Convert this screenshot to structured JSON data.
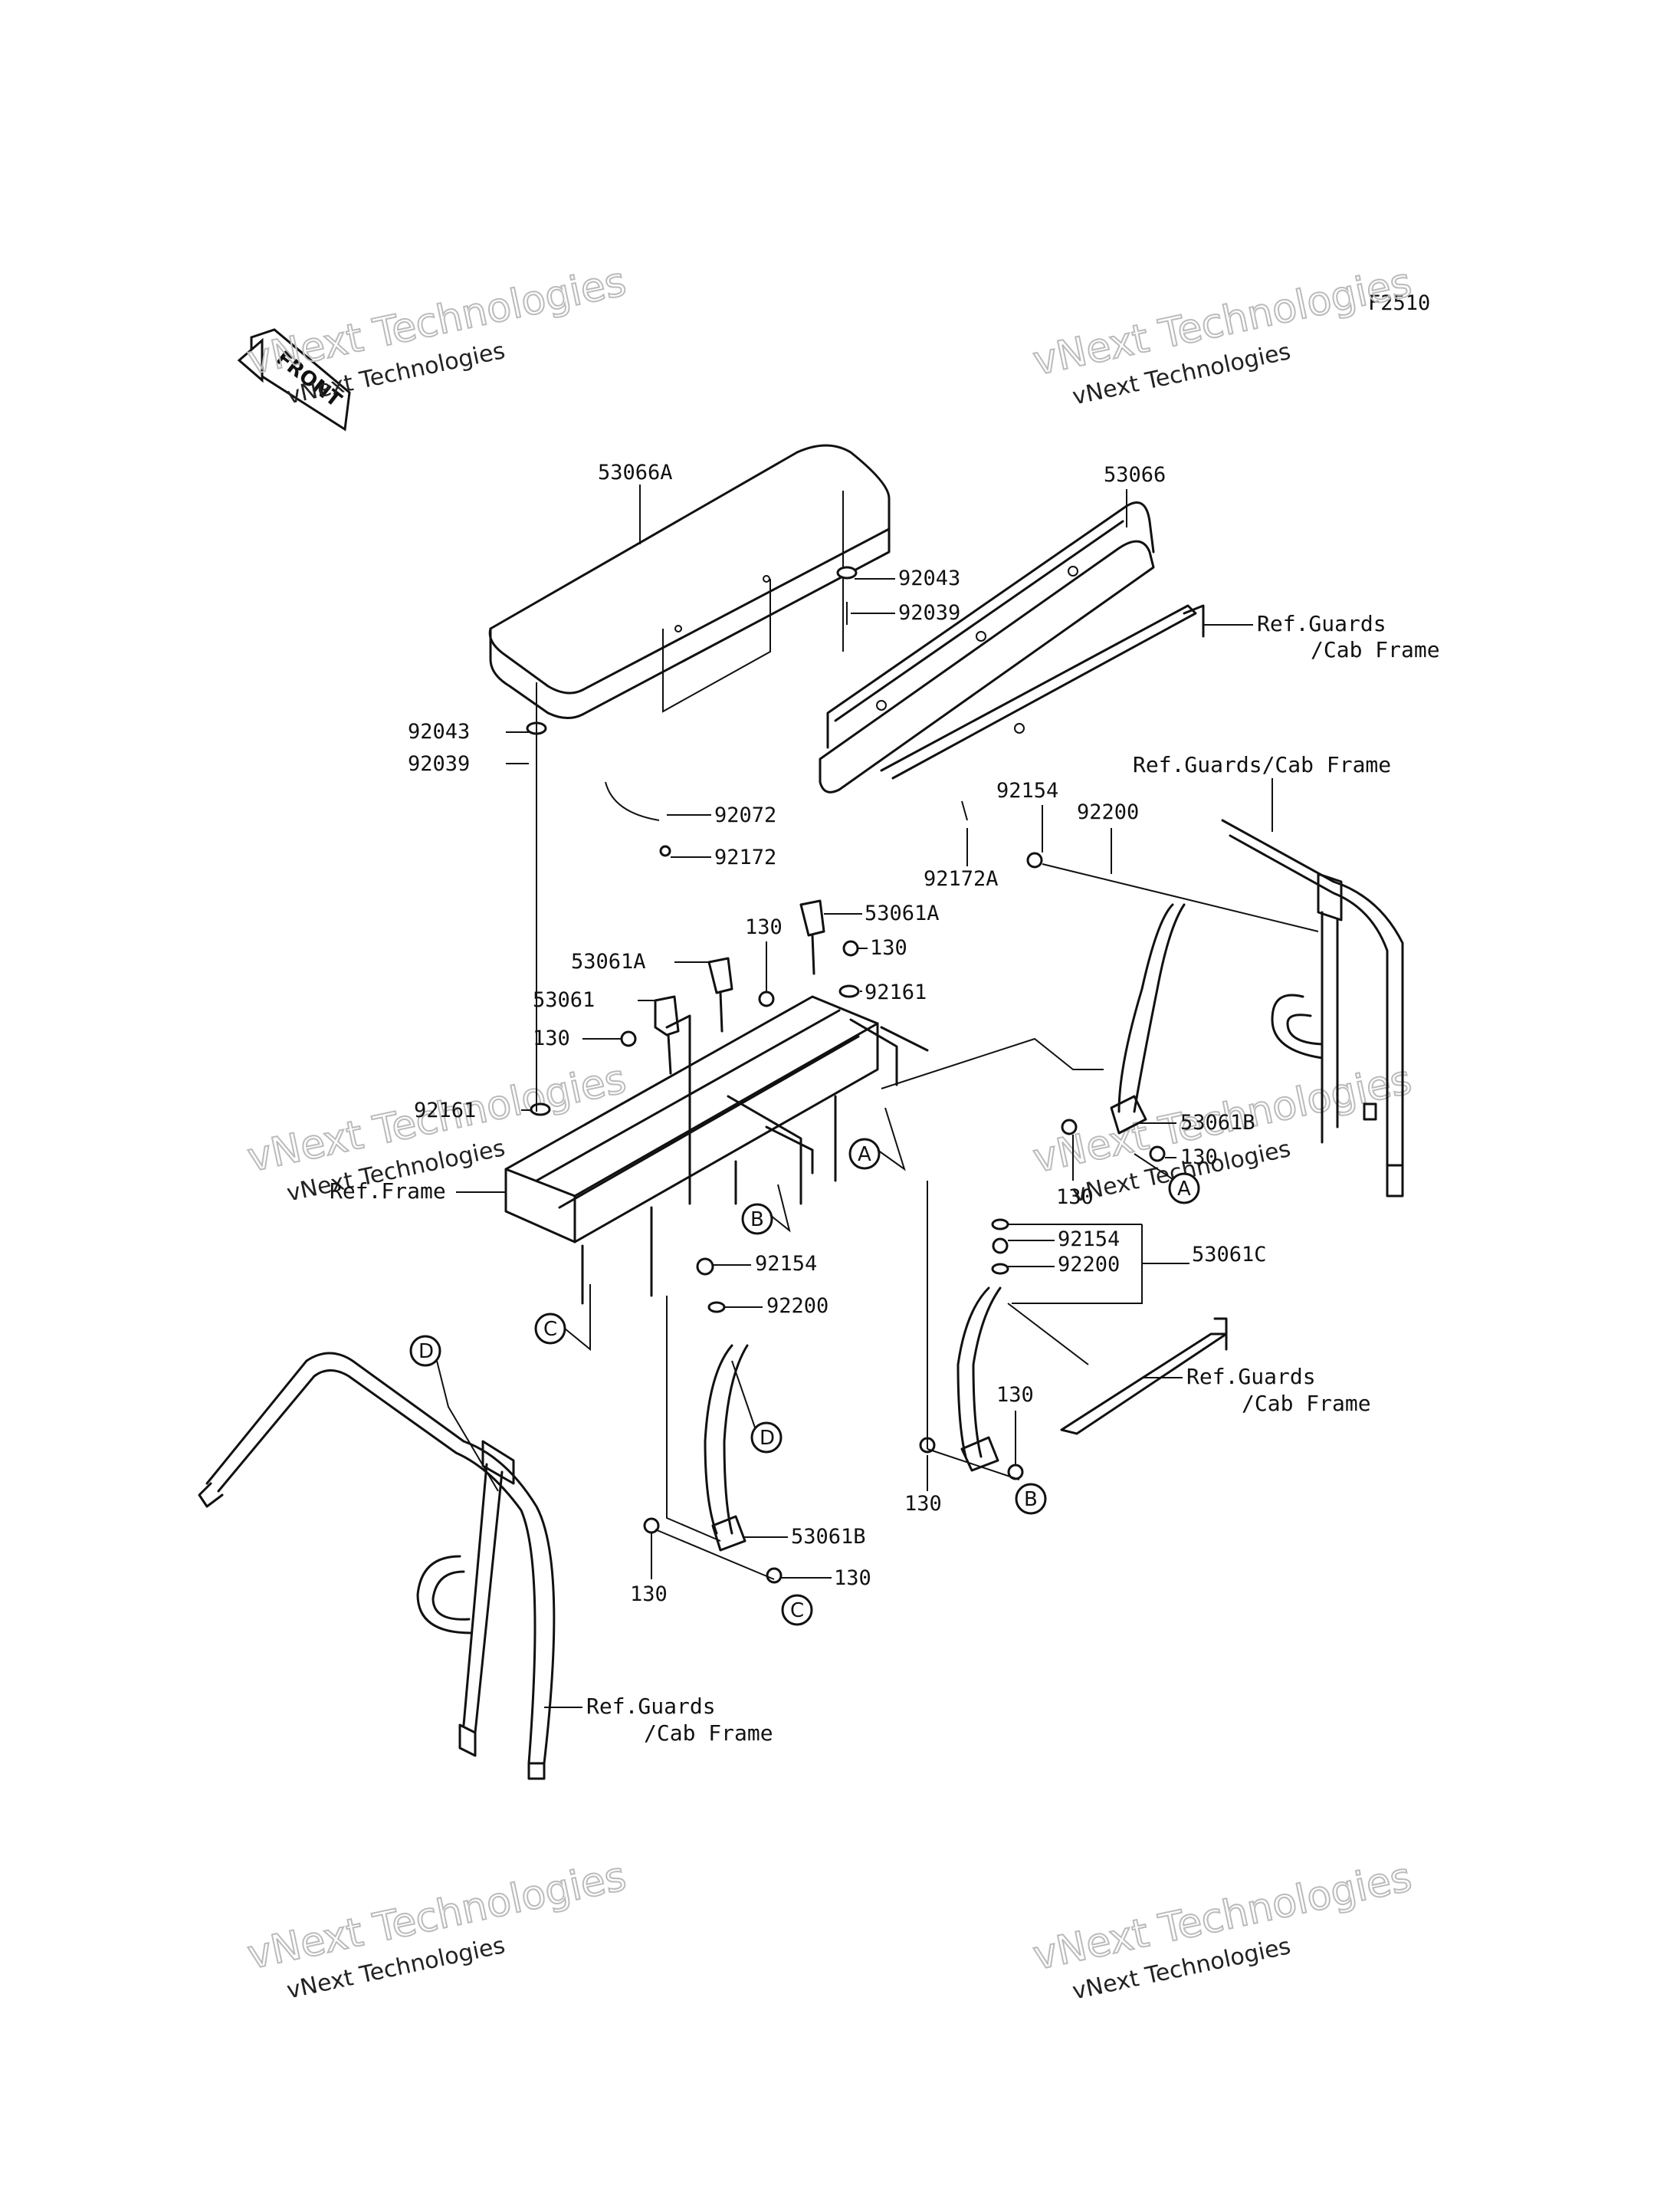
{
  "figure_code": "F2510",
  "front_badge": "FRONT",
  "watermarks": [
    {
      "line1": "vNext Technologies",
      "line2": "vNext Technologies"
    },
    {
      "line1": "vNext Technologies",
      "line2": "vNext Technologies"
    },
    {
      "line1": "vNext Technologies",
      "line2": "vNext Technologies"
    },
    {
      "line1": "vNext Technologies",
      "line2": "vNext Technologies"
    },
    {
      "line1": "vNext Technologies",
      "line2": "vNext Technologies"
    },
    {
      "line1": "vNext Technologies",
      "line2": "vNext Technologies"
    }
  ],
  "part_labels": [
    "53066A",
    "53066",
    "92043",
    "92039",
    "92043",
    "92039",
    "92072",
    "92172",
    "92172A",
    "92154",
    "92200",
    "53061A",
    "130",
    "53061A",
    "130",
    "92161",
    "53061",
    "130",
    "92161",
    "53061B",
    "130",
    "130",
    "92154",
    "92200",
    "53061C",
    "92154",
    "92200",
    "130",
    "130",
    "53061B",
    "130",
    "130"
  ],
  "reference_labels": {
    "guards_cab_frame_top": {
      "line1": "Ref.Guards",
      "line2": "/Cab Frame"
    },
    "guards_cab_frame_right": "Ref.Guards/Cab Frame",
    "frame": "Ref.Frame",
    "guards_cab_frame_mid": {
      "line1": "Ref.Guards",
      "line2": "/Cab Frame"
    },
    "guards_cab_frame_bottom": {
      "line1": "Ref.Guards",
      "line2": "/Cab Frame"
    }
  },
  "callouts": [
    "A",
    "A",
    "B",
    "B",
    "C",
    "C",
    "D",
    "D"
  ]
}
